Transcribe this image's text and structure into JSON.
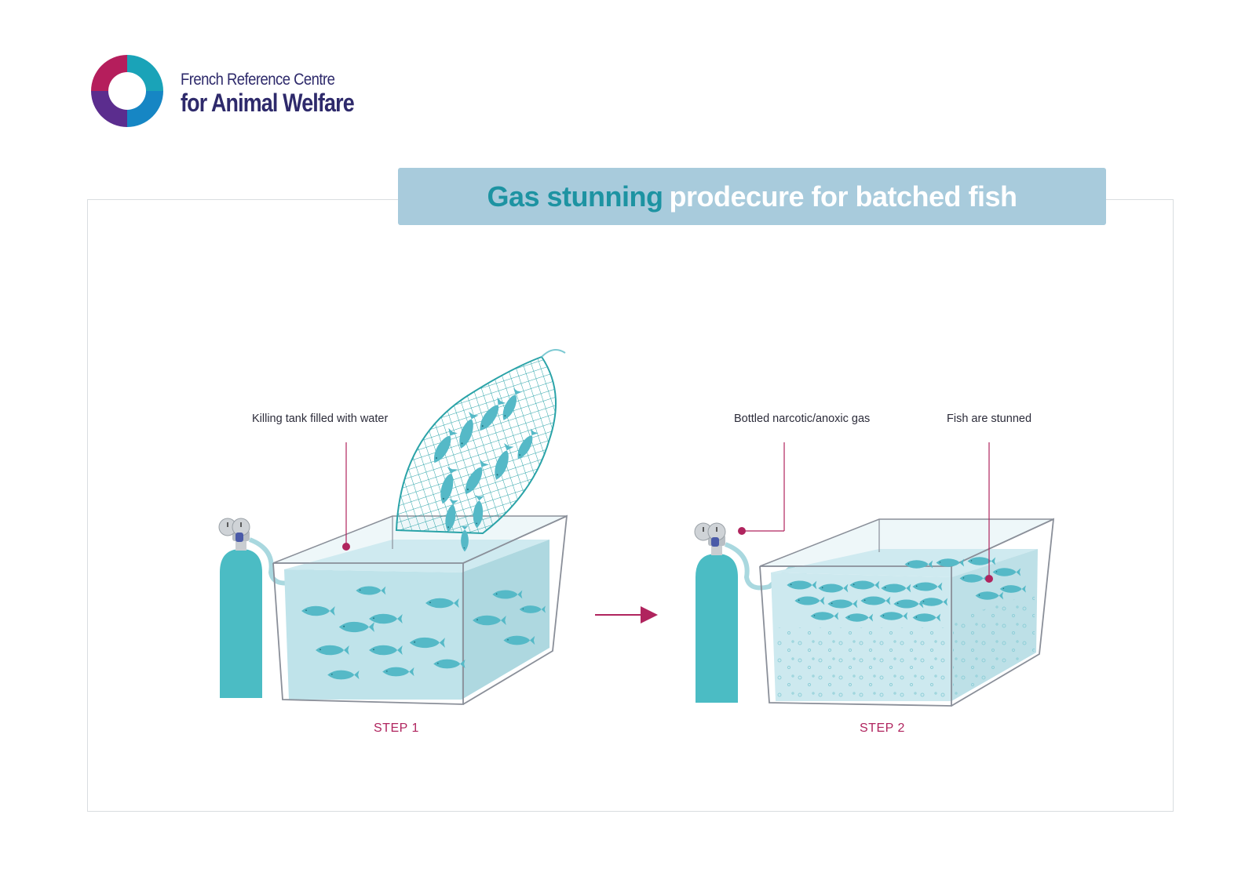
{
  "logo": {
    "line1": "French Reference Centre",
    "line2": "for Animal Welfare",
    "colors": {
      "teal": "#1aa3b8",
      "magenta": "#b51e5c",
      "purple": "#5b2d8e",
      "navy": "#2e2a6b"
    }
  },
  "title": {
    "highlight": "Gas stunning",
    "rest": "prodecure for batched fish"
  },
  "labels": {
    "step1_tank": "Killing tank filled with water",
    "step2_gas": "Bottled narcotic/anoxic gas",
    "step2_fish": "Fish are stunned"
  },
  "steps": {
    "step1": "STEP 1",
    "step2": "STEP 2"
  },
  "colors": {
    "water": "#bfe3ea",
    "fish": "#55b9c7",
    "cylinder": "#4bbcc4",
    "accent": "#b0245e",
    "title_bar": "#a8cbdc"
  }
}
